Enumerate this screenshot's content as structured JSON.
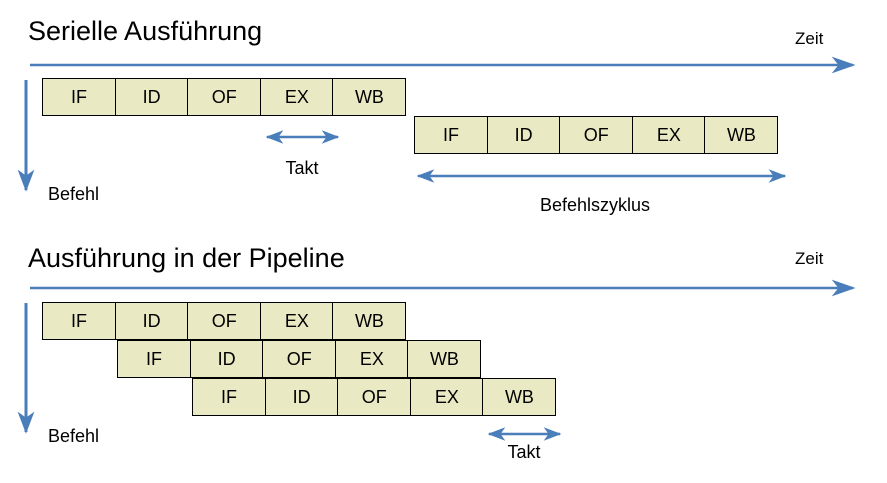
{
  "theme": {
    "box_fill": "#E9EAC4",
    "box_stroke": "#000000",
    "arrow_color": "#4A7EBB",
    "text_color": "#000000",
    "background": "#FFFFFF"
  },
  "serial": {
    "title": "Serielle Ausführung",
    "time_axis_label": "Zeit",
    "instruction_axis_label": "Befehl",
    "clock_label": "Takt",
    "cycle_label": "Befehlszyklus",
    "rows": [
      {
        "stages": [
          "IF",
          "ID",
          "OF",
          "EX",
          "WB"
        ]
      },
      {
        "stages": [
          "IF",
          "ID",
          "OF",
          "EX",
          "WB"
        ]
      }
    ]
  },
  "pipeline": {
    "title": "Ausführung in der Pipeline",
    "time_axis_label": "Zeit",
    "instruction_axis_label": "Befehl",
    "clock_label": "Takt",
    "rows": [
      {
        "stages": [
          "IF",
          "ID",
          "OF",
          "EX",
          "WB"
        ]
      },
      {
        "stages": [
          "IF",
          "ID",
          "OF",
          "EX",
          "WB"
        ]
      },
      {
        "stages": [
          "IF",
          "ID",
          "OF",
          "EX",
          "WB"
        ]
      }
    ]
  }
}
